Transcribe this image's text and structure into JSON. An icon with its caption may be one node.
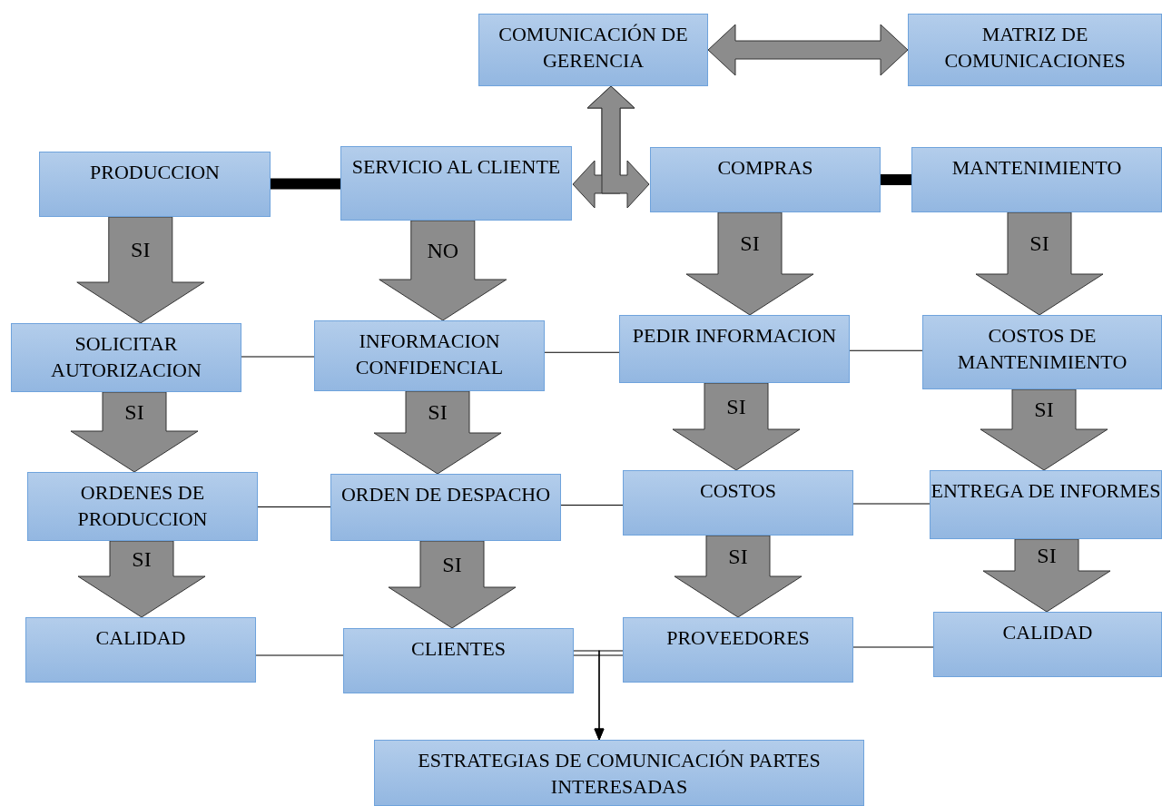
{
  "diagram": {
    "nodes": [
      {
        "text": [
          "COMUNICACIÓN DE GERENCIA"
        ]
      },
      {
        "text": [
          "MATRIZ DE COMUNICACIONES"
        ]
      },
      {
        "text": [
          "PRODUCCION"
        ]
      },
      {
        "text": [
          "SERVICIO AL CLIENTE"
        ]
      },
      {
        "text": [
          "COMPRAS"
        ]
      },
      {
        "text": [
          "MANTENIMIENTO"
        ]
      },
      {
        "text": [
          "SOLICITAR AUTORIZACION"
        ]
      },
      {
        "text": [
          "INFORMACION CONFIDENCIAL"
        ]
      },
      {
        "text": [
          "PEDIR INFORMACION"
        ]
      },
      {
        "text": [
          "COSTOS DE MANTENIMIENTO"
        ]
      },
      {
        "text": [
          "ORDENES DE PRODUCCION"
        ]
      },
      {
        "text": [
          "ORDEN DE DESPACHO"
        ]
      },
      {
        "text": [
          "COSTOS"
        ]
      },
      {
        "text": [
          "ENTREGA DE INFORMES"
        ]
      },
      {
        "text": [
          "CALIDAD"
        ]
      },
      {
        "text": [
          "CLIENTES"
        ]
      },
      {
        "text": [
          "PROVEEDORES"
        ]
      },
      {
        "text": [
          "CALIDAD"
        ]
      },
      {
        "text": [
          "ESTRATEGIAS DE COMUNICACIÓN PARTES INTERESADAS"
        ]
      }
    ],
    "edges": [
      {
        "from": 0,
        "to": 1,
        "arrow": "both",
        "style": "thick"
      },
      {
        "from": 0,
        "to": 3,
        "arrow": "both",
        "style": "thick"
      },
      {
        "from": 0,
        "to": 4,
        "arrow": "both",
        "style": "thick"
      },
      {
        "from": 2,
        "to": 3,
        "arrow": "none",
        "style": "thick",
        "color": "#000000"
      },
      {
        "from": 4,
        "to": 5,
        "arrow": "none",
        "style": "thick",
        "color": "#000000"
      },
      {
        "from": 2,
        "to": 6,
        "arrow": "to",
        "label": "SI",
        "style": "thick"
      },
      {
        "from": 3,
        "to": 7,
        "arrow": "to",
        "label": "NO",
        "style": "thick"
      },
      {
        "from": 4,
        "to": 8,
        "arrow": "to",
        "label": "SI",
        "style": "thick"
      },
      {
        "from": 5,
        "to": 9,
        "arrow": "to",
        "label": "SI",
        "style": "thick"
      },
      {
        "from": 6,
        "to": 7,
        "arrow": "none",
        "color": "#000000"
      },
      {
        "from": 7,
        "to": 8,
        "arrow": "none",
        "color": "#000000"
      },
      {
        "from": 8,
        "to": 9,
        "arrow": "none",
        "color": "#000000"
      },
      {
        "from": 6,
        "to": 10,
        "arrow": "to",
        "label": "SI",
        "style": "thick"
      },
      {
        "from": 7,
        "to": 11,
        "arrow": "to",
        "label": "SI",
        "style": "thick"
      },
      {
        "from": 8,
        "to": 12,
        "arrow": "to",
        "label": "SI",
        "style": "thick"
      },
      {
        "from": 9,
        "to": 13,
        "arrow": "to",
        "label": "SI",
        "style": "thick"
      },
      {
        "from": 10,
        "to": 11,
        "arrow": "none",
        "color": "#000000"
      },
      {
        "from": 11,
        "to": 12,
        "arrow": "none",
        "color": "#000000"
      },
      {
        "from": 12,
        "to": 13,
        "arrow": "none",
        "color": "#000000"
      },
      {
        "from": 10,
        "to": 14,
        "arrow": "to",
        "label": "SI",
        "style": "thick"
      },
      {
        "from": 11,
        "to": 15,
        "arrow": "to",
        "label": "SI",
        "style": "thick"
      },
      {
        "from": 12,
        "to": 16,
        "arrow": "to",
        "label": "SI",
        "style": "thick"
      },
      {
        "from": 13,
        "to": 17,
        "arrow": "to",
        "label": "SI",
        "style": "thick"
      },
      {
        "from": 14,
        "to": 15,
        "arrow": "none",
        "color": "#000000"
      },
      {
        "from": 15,
        "to": 16,
        "arrow": "none",
        "color": "#000000"
      },
      {
        "from": 16,
        "to": 17,
        "arrow": "none",
        "color": "#000000"
      },
      {
        "from": 15,
        "to": 18,
        "arrow": "to",
        "color": "#000000"
      },
      {
        "from": 16,
        "to": 18,
        "arrow": "to",
        "color": "#000000"
      }
    ]
  }
}
